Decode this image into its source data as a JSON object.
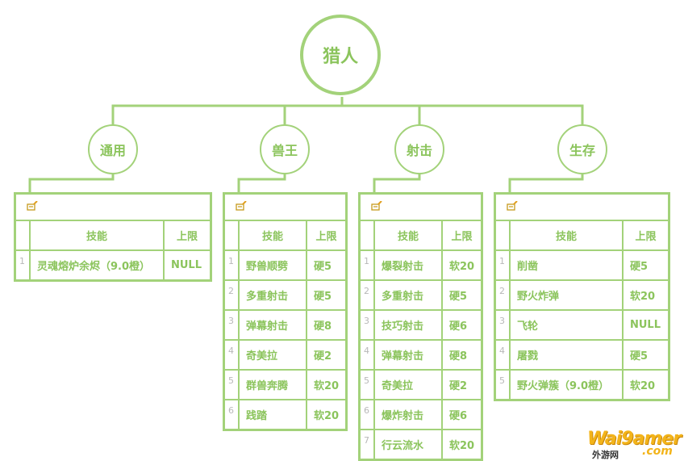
{
  "root": {
    "label": "猎人"
  },
  "categories": [
    {
      "label": "通用",
      "header": {
        "skill": "技能",
        "limit": "上限"
      },
      "rows": [
        {
          "num": "1",
          "skill": "灵魂熔炉余烬（9.0橙）",
          "limit": "NULL"
        }
      ]
    },
    {
      "label": "兽王",
      "header": {
        "skill": "技能",
        "limit": "上限"
      },
      "rows": [
        {
          "num": "1",
          "skill": "野兽顺劈",
          "limit": "硬5"
        },
        {
          "num": "2",
          "skill": "多重射击",
          "limit": "硬5"
        },
        {
          "num": "3",
          "skill": "弹幕射击",
          "limit": "硬8"
        },
        {
          "num": "4",
          "skill": "奇美拉",
          "limit": "硬2"
        },
        {
          "num": "5",
          "skill": "群兽奔腾",
          "limit": "软20"
        },
        {
          "num": "6",
          "skill": "践踏",
          "limit": "软20"
        }
      ]
    },
    {
      "label": "射击",
      "header": {
        "skill": "技能",
        "limit": "上限"
      },
      "rows": [
        {
          "num": "1",
          "skill": "爆裂射击",
          "limit": "软20"
        },
        {
          "num": "2",
          "skill": "多重射击",
          "limit": "硬5"
        },
        {
          "num": "3",
          "skill": "技巧射击",
          "limit": "硬6"
        },
        {
          "num": "4",
          "skill": "弹幕射击",
          "limit": "硬8"
        },
        {
          "num": "5",
          "skill": "奇美拉",
          "limit": "硬2"
        },
        {
          "num": "6",
          "skill": "爆炸射击",
          "limit": "硬6"
        },
        {
          "num": "7",
          "skill": "行云流水",
          "limit": "软20"
        }
      ]
    },
    {
      "label": "生存",
      "header": {
        "skill": "技能",
        "limit": "上限"
      },
      "rows": [
        {
          "num": "1",
          "skill": "削凿",
          "limit": "硬5"
        },
        {
          "num": "2",
          "skill": "野火炸弹",
          "limit": "软20"
        },
        {
          "num": "3",
          "skill": "飞轮",
          "limit": "NULL"
        },
        {
          "num": "4",
          "skill": "屠戮",
          "limit": "硬5"
        },
        {
          "num": "5",
          "skill": "野火弹簇（9.0橙）",
          "limit": "软20"
        }
      ]
    }
  ],
  "watermark": {
    "brand": "Wai9amer",
    "sub": "外游网",
    "com": ".com"
  },
  "colors": {
    "accent": "#8bc45c",
    "line": "#a3d27a",
    "index": "#b8b8b8"
  }
}
